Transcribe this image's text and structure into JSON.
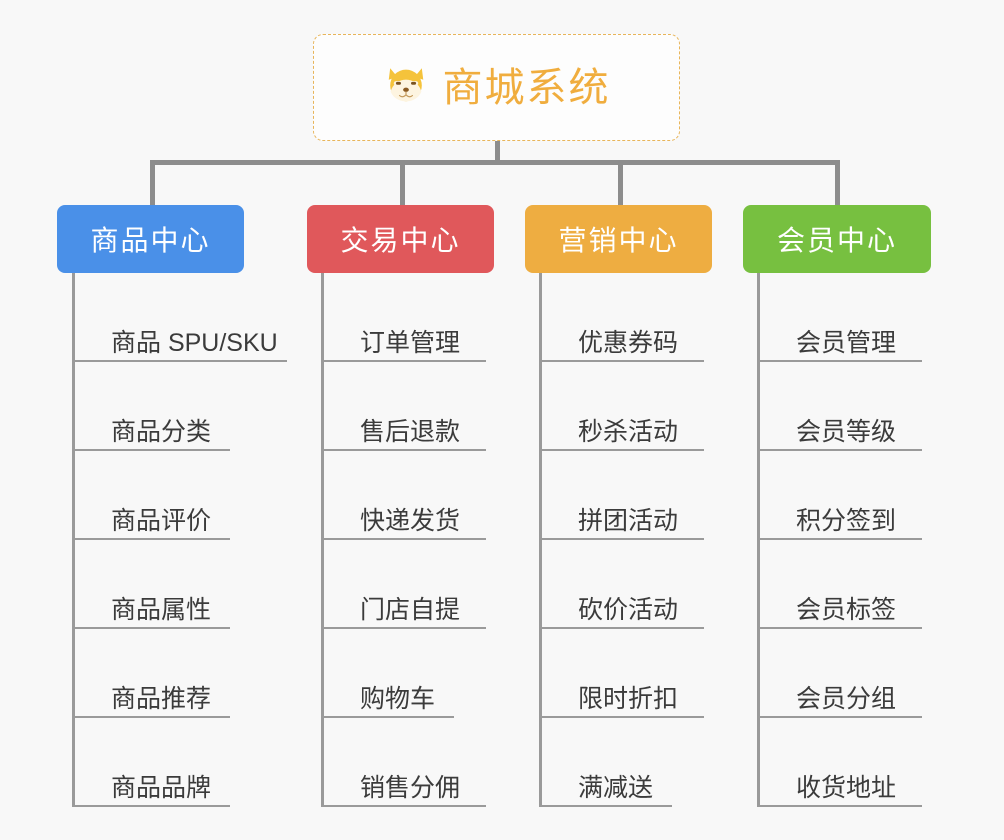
{
  "root": {
    "icon": "shiba-dog-face-icon",
    "icon_glyph": "🐕",
    "title": "商城系统",
    "title_color": "#f0ad3e",
    "border_color": "#e8b55a"
  },
  "background_color": "#f8f8f8",
  "connector_color": "#8d8d8d",
  "columns": [
    {
      "id": "product-center",
      "label": "商品中心",
      "color": "#4a90e8",
      "items": [
        "商品 SPU/SKU",
        "商品分类",
        "商品评价",
        "商品属性",
        "商品推荐",
        "商品品牌"
      ]
    },
    {
      "id": "trade-center",
      "label": "交易中心",
      "color": "#e0585b",
      "items": [
        "订单管理",
        "售后退款",
        "快递发货",
        "门店自提",
        "购物车",
        "销售分佣"
      ]
    },
    {
      "id": "marketing-center",
      "label": "营销中心",
      "color": "#eead41",
      "items": [
        "优惠券码",
        "秒杀活动",
        "拼团活动",
        "砍价活动",
        "限时折扣",
        "满减送"
      ]
    },
    {
      "id": "member-center",
      "label": "会员中心",
      "color": "#77c040",
      "items": [
        "会员管理",
        "会员等级",
        "积分签到",
        "会员标签",
        "会员分组",
        "收货地址"
      ]
    }
  ]
}
